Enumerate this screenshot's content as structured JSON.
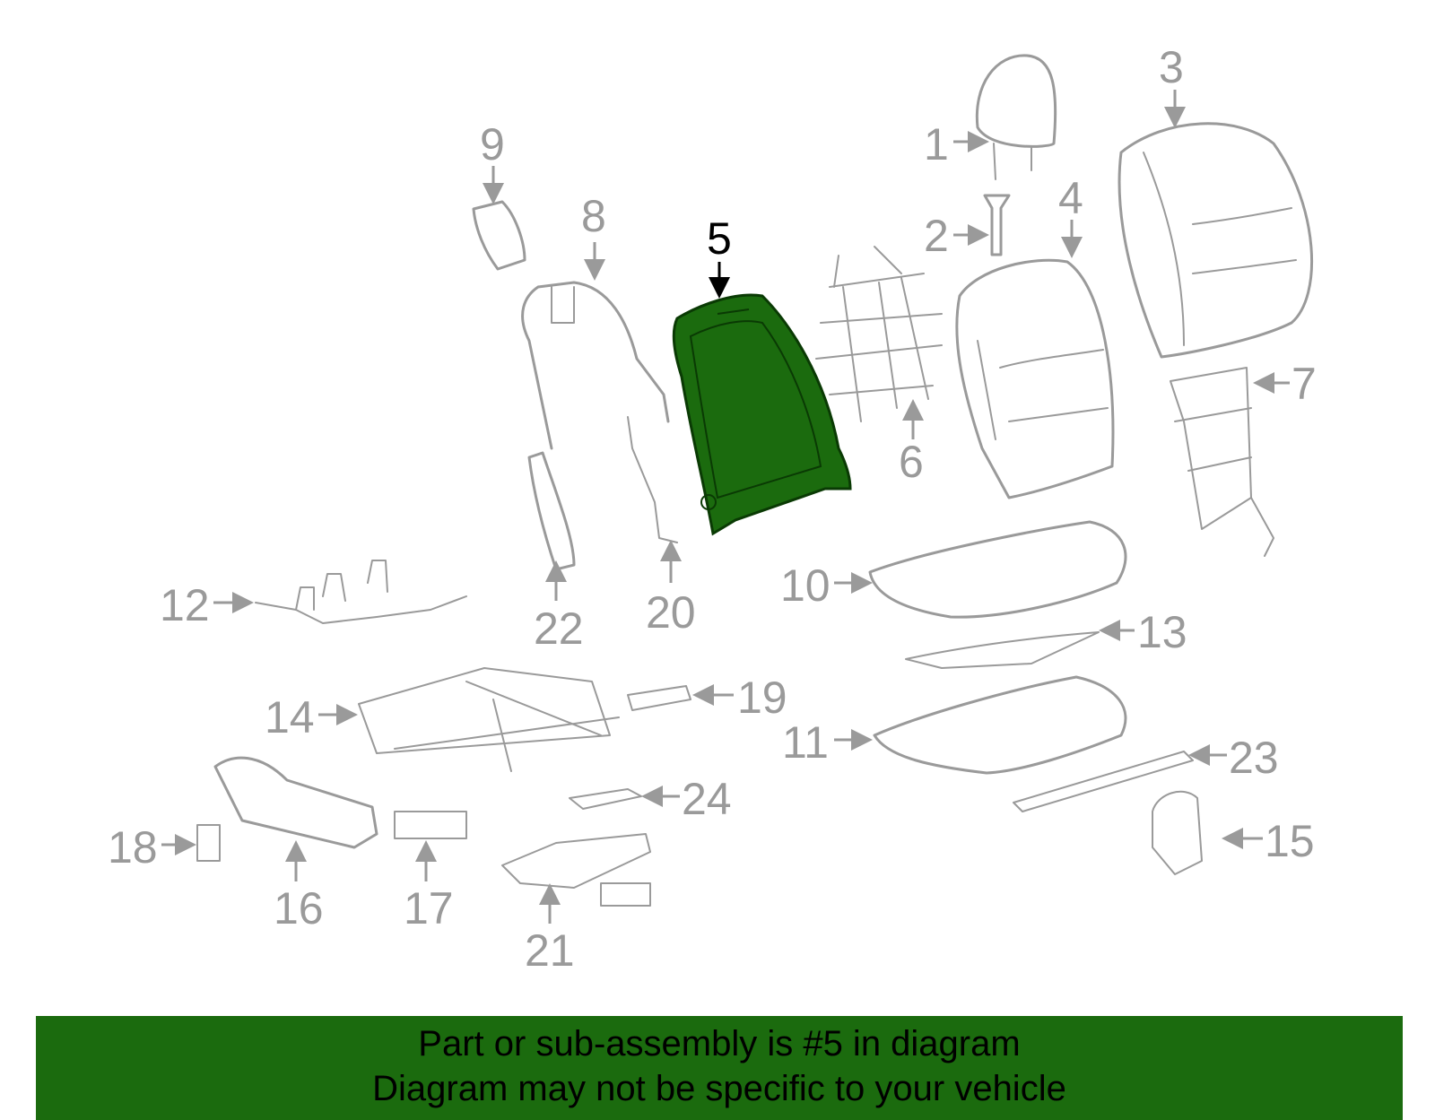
{
  "diagram": {
    "highlight_color": "#1b6b0e",
    "highlighted_part": "5",
    "callouts": [
      "1",
      "2",
      "3",
      "4",
      "5",
      "6",
      "7",
      "8",
      "9",
      "10",
      "11",
      "12",
      "13",
      "14",
      "15",
      "16",
      "17",
      "18",
      "19",
      "20",
      "21",
      "22",
      "23",
      "24"
    ]
  },
  "footer": {
    "line1": "Part or sub-assembly is #5 in diagram",
    "line2": "Diagram may not be specific to your vehicle",
    "background": "#1b6b0e"
  }
}
